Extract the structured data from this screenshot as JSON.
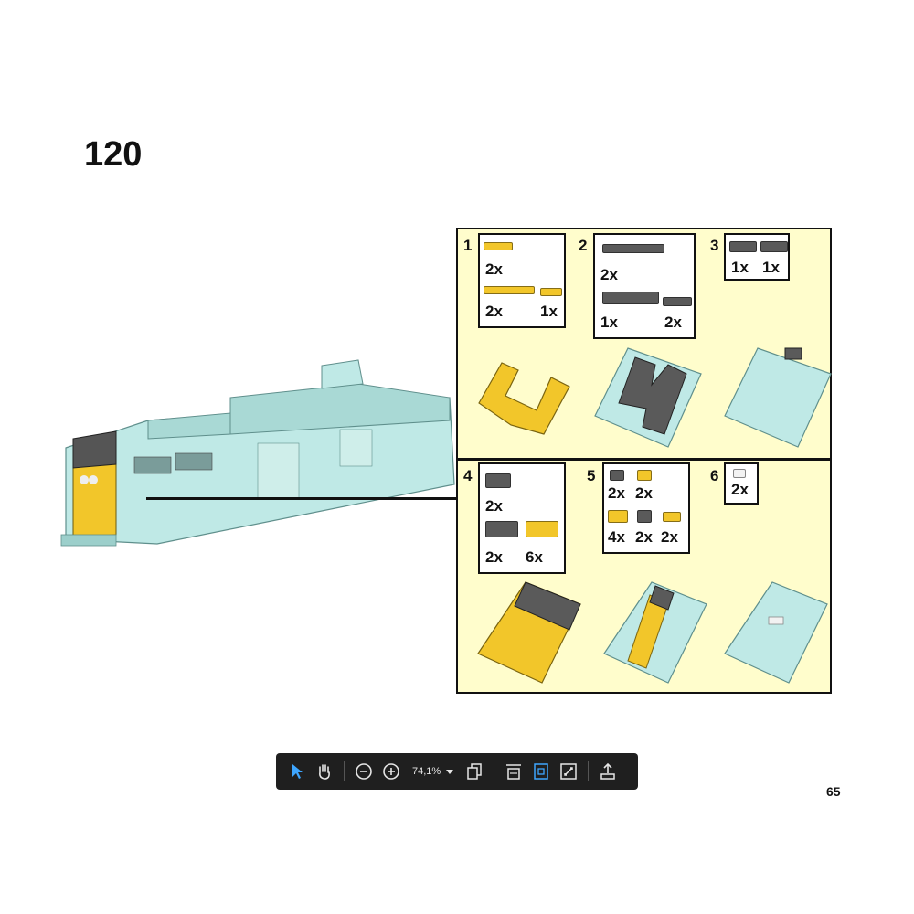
{
  "page": {
    "step_number": "120",
    "page_number": "65"
  },
  "substeps": [
    {
      "number": "1",
      "quantities": [
        "2x",
        "2x",
        "1x"
      ]
    },
    {
      "number": "2",
      "quantities": [
        "2x",
        "1x",
        "2x"
      ]
    },
    {
      "number": "3",
      "quantities": [
        "1x",
        "1x"
      ]
    },
    {
      "number": "4",
      "quantities": [
        "2x",
        "2x",
        "6x"
      ]
    },
    {
      "number": "5",
      "quantities": [
        "2x",
        "2x",
        "4x",
        "2x",
        "2x"
      ]
    },
    {
      "number": "6",
      "quantities": [
        "2x"
      ]
    }
  ],
  "colors": {
    "panel_bg": "#fffdcc",
    "brick_yellow": "#f2c62a",
    "brick_dark_gray": "#5a5a5a",
    "brick_light_aqua": "#bfe9e6",
    "toolbar_bg": "#1f1f1f",
    "toolbar_active": "#3ea6ff"
  },
  "toolbar": {
    "icons": [
      "select-cursor-icon",
      "hand-tool-icon",
      "zoom-out-icon",
      "zoom-in-icon",
      "page-view-icon",
      "fit-width-icon",
      "fit-page-icon",
      "fullscreen-icon",
      "export-icon"
    ],
    "zoom_level": "74,1%"
  }
}
